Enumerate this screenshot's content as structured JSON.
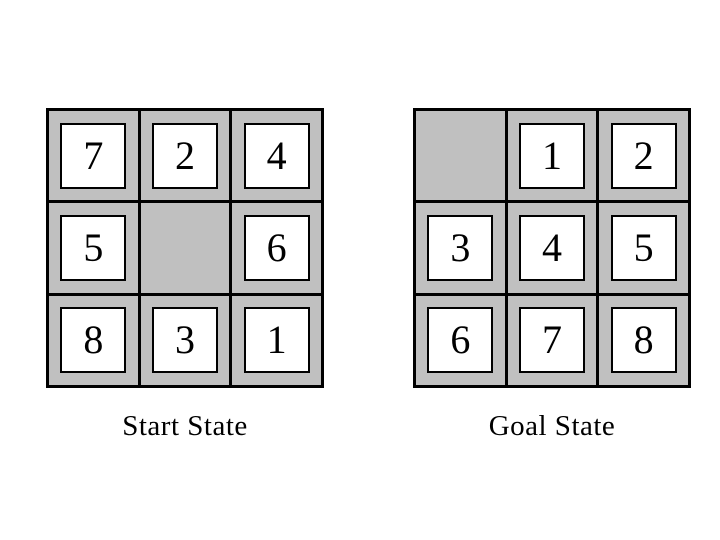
{
  "colors": {
    "cell_gray": "#c0c0c0",
    "line_black": "#000000",
    "tile_white": "#ffffff",
    "page_background": "#ffffff"
  },
  "puzzles": [
    {
      "label": "Start State",
      "tiles": [
        [
          "7",
          "2",
          "4"
        ],
        [
          "5",
          "",
          "6"
        ],
        [
          "8",
          "3",
          "1"
        ]
      ]
    },
    {
      "label": "Goal State",
      "tiles": [
        [
          "",
          "1",
          "2"
        ],
        [
          "3",
          "4",
          "5"
        ],
        [
          "6",
          "7",
          "8"
        ]
      ]
    }
  ]
}
